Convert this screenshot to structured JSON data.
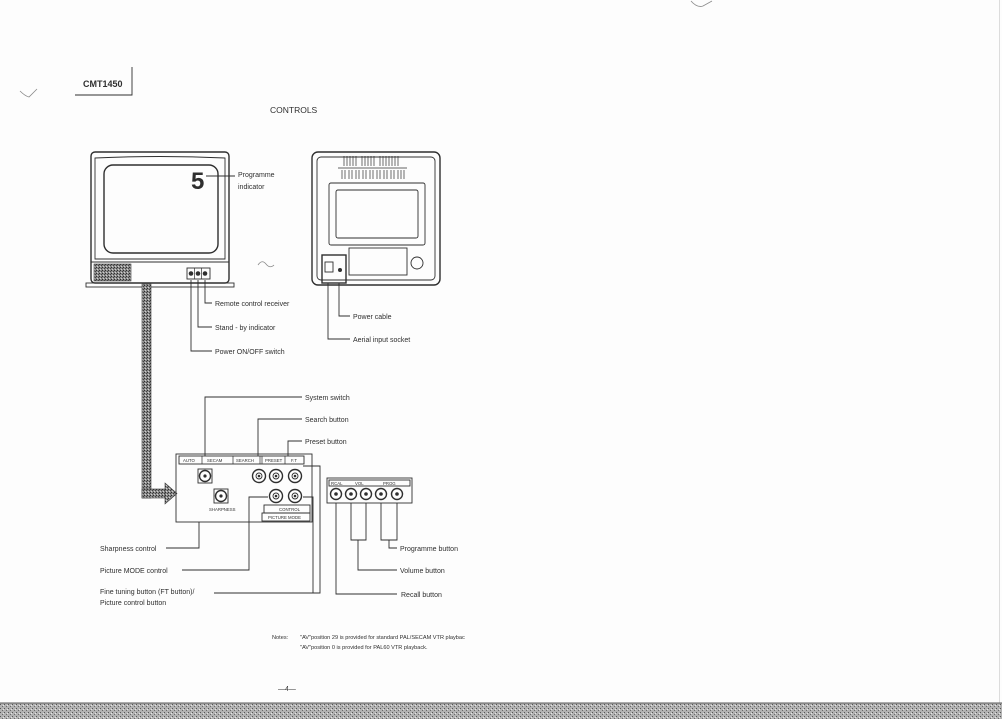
{
  "colors": {
    "paper": "#fdfdfd",
    "ink": "#2f2f2f"
  },
  "header": {
    "model": "CMT1450",
    "title": "CONTROLS"
  },
  "front_view": {
    "programme_digit": "5",
    "programme_indicator": [
      "Programme",
      "indicator"
    ],
    "remote_control_receiver": "Remote control receiver",
    "standby_indicator": "Stand - by indicator",
    "power_switch": "Power ON/OFF switch"
  },
  "rear_view": {
    "power_cable": "Power cable",
    "aerial_input_socket": "Aerial input socket"
  },
  "control_panel": {
    "markings": {
      "auto": "AUTO",
      "secam": "SECAM",
      "search": "SEARCH",
      "preset": "PRESET",
      "ft": "F.T",
      "sharpness": "SHARPNESS",
      "control": "CONTROL",
      "picture_mode": "PICTURE MODE"
    },
    "callouts": {
      "system_switch": "System switch",
      "search_button": "Search button",
      "preset_button": "Preset button",
      "sharpness_control": "Sharpness control",
      "picture_mode_control": "Picture MODE control",
      "fine_tuning": [
        "Fine tuning button (FT button)/",
        "Picture control button"
      ]
    }
  },
  "side_panel": {
    "markings": {
      "recall": "RCAL",
      "volume": "VOL",
      "programme": "PROG"
    },
    "callouts": {
      "programme_button": "Programme button",
      "volume_button": "Volume button",
      "recall_button": "Recall button"
    }
  },
  "notes": {
    "heading": "Notes:",
    "lines": [
      "\"AV\"position 29 is provided for standard PAL/SECAM VTR playbac",
      "\"AV\"position 0 is provided for PAL60 VTR playback."
    ]
  },
  "page_number": "—4—"
}
